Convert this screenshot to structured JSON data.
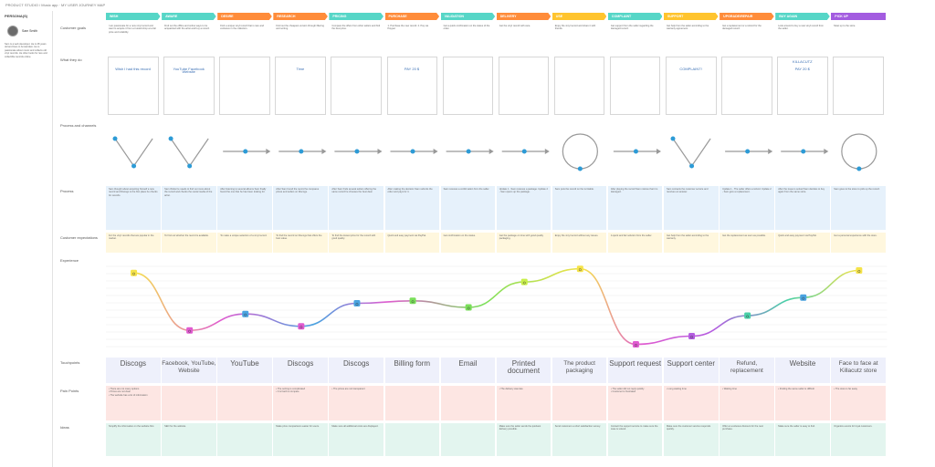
{
  "breadcrumb": "PRODUCT STUDIO / Music app · MY USER JOURNEY MAP",
  "personas_title": "PERSONA(S)",
  "persona": {
    "name": "Sam Smith",
    "description": "Sam is a web developer. He is 28 years old and lives in Amsterdam. He is passionate about music and collects old vinyl records. He often looks for rare and collectible records online."
  },
  "row_labels": {
    "goals": "Customer goals",
    "what_they_do": "What they do",
    "process": "Process and channels",
    "process_text": "Process",
    "expectations": "Customer expectations",
    "experience": "Experience",
    "touchpoints": "Touchpoints",
    "pain_points": "Pain Points",
    "ideas": "Ideas"
  },
  "stages": [
    {
      "name": "WISH",
      "color": "#56d6c7",
      "goal": "I am passionate for a new vinyl record and want to acquire it from a trusted shop at a fair price and reliability.",
      "sketch": "",
      "process": "Sam thought about acquiring himself a new record and Discogs is the first place he checks for records.",
      "expectation": "For the vinyl records that are popular in the market.",
      "touchpoint": "Discogs",
      "pains": [
        "There are not many options",
        "Prices are not clear",
        "The website has a lot of information"
      ],
      "idea": "Simplify the information on the website first."
    },
    {
      "name": "AWARE",
      "color": "#56d6c7",
      "goal": "Find out the offline and online ways to be acquainted with the artist and buy a record.",
      "sketch": "",
      "process": "Sam thinks he needs to find out more about the record and checks the social media of the artist.",
      "expectation": "To find out whether the record is available.",
      "touchpoint": "Facebook, YouTube, Website",
      "pains": [],
      "idea": "SEO for the website."
    },
    {
      "name": "DESIRE",
      "color": "#ff8c3a",
      "goal": "Find a unique vinyl record that is rare and exclusive in the collection.",
      "sketch": "",
      "process": "After listening to several albums Sam finally found the one that he has been looking for.",
      "expectation": "To make a unique selection of a vinyl record.",
      "touchpoint": "YouTube",
      "pains": [],
      "idea": ""
    },
    {
      "name": "RESEARCH",
      "color": "#ff8c3a",
      "goal": "Find out the cheapest version through filtering and sorting.",
      "sketch": "",
      "process": "After Sam found the record he compares prices and sellers on Discogs.",
      "expectation": "To find the record on Discogs that offers the best value.",
      "touchpoint": "Discogs",
      "pains": [
        "The sorting is complicated",
        "It is hard to compare"
      ],
      "idea": "Make price comparisons easier for users."
    },
    {
      "name": "PRICING",
      "color": "#56d6c7",
      "goal": "Compare the offers from other sellers and find the best price.",
      "sketch": "",
      "process": "After Sam finds several sellers offering the same record he chooses the best deal.",
      "expectation": "To find the lowest price for the record with good quality.",
      "touchpoint": "Discogs",
      "pains": [
        "The prices are not transparent"
      ],
      "idea": "Make sure all additional costs are displayed."
    },
    {
      "name": "PURCHASE",
      "color": "#ff8c3a",
      "goal": "1. Purchase the new record. 2. Pay via Paypal.",
      "sketch": "",
      "process": "After making the decision Sam submits the order and pays for it.",
      "expectation": "Quick and easy payment via PayPal.",
      "touchpoint": "Billing form",
      "pains": [],
      "idea": ""
    },
    {
      "name": "VALIDATION",
      "color": "#56d6c7",
      "goal": "Get a quick confirmation on the status of the order.",
      "sketch": "",
      "process": "Sam receives a confirmation from the seller.",
      "expectation": "Get confirmation on the status.",
      "touchpoint": "Email",
      "pains": [],
      "idea": ""
    },
    {
      "name": "DELIVERY",
      "color": "#ff8c3a",
      "goal": "Get the vinyl record with care.",
      "sketch": "",
      "process": "Update 1 - Sam receives a package. Update 2 - Sam opens up the package.",
      "expectation": "Get the package on time with good quality packaging.",
      "touchpoint": "Printed document",
      "pains": [
        "The delivery was late"
      ],
      "idea": "Make sure the seller sends the quickest delivery possible."
    },
    {
      "name": "USE",
      "color": "#ffc42e",
      "goal": "Enjoy the vinyl record and share it with friends.",
      "sketch": "",
      "process": "Sam puts the record on the turntable.",
      "expectation": "Enjoy the vinyl record without any issues.",
      "touchpoint": "The product packaging",
      "pains": [],
      "idea": "Send customers a short satisfaction survey."
    },
    {
      "name": "COMPLAINT",
      "color": "#56d6c7",
      "goal": "Get support from the seller regarding the damaged record.",
      "sketch": "",
      "process": "After playing the record Sam notices that it is damaged.",
      "expectation": "A quick and fair solution from the seller.",
      "touchpoint": "Support request",
      "pains": [
        "The seller did not reply quickly",
        "Customer is frustrated"
      ],
      "idea": "Contact the support service to make sure the case is solved."
    },
    {
      "name": "SUPPORT",
      "color": "#ffc42e",
      "goal": "Get help from the seller according to the warranty agreement.",
      "sketch": "",
      "process": "Sam contacts the customer service and receives an answer.",
      "expectation": "Get help from the seller according to the warranty.",
      "touchpoint": "Support center",
      "pains": [
        "Long waiting time"
      ],
      "idea": "Make sure the customer service responds quickly."
    },
    {
      "name": "UPGRADE/REPAIR",
      "color": "#ff8c3a",
      "goal": "Get a replacement or a refund for the damaged record.",
      "sketch": "",
      "process": "Update 1 - The seller offers a refund. Update 2 - Sam gets a replacement.",
      "expectation": "Get the replacement as soon as possible.",
      "touchpoint": "Refund, replacement",
      "pains": [
        "Waiting time"
      ],
      "idea": "Offer an exclusive discount for the next purchase."
    },
    {
      "name": "BUY AGAIN",
      "color": "#56d6c7",
      "goal": "Look around to buy a new vinyl record from the seller.",
      "sketch": "",
      "process": "After the issue is solved Sam decides to buy again from the same store.",
      "expectation": "Quick and easy payment via PayPal.",
      "touchpoint": "Website",
      "pains": [
        "Finding the same seller is difficult"
      ],
      "idea": "Make sure the seller is easy to find."
    },
    {
      "name": "PICK UP",
      "color": "#a35ce0",
      "goal": "Meet up to the store.",
      "sketch": "",
      "process": "Sam goes to the store to pick up the record.",
      "expectation": "Get a personal experience with the store.",
      "touchpoint": "Face to face at Killacutz store",
      "pains": [
        "The store is far away"
      ],
      "idea": "Organize events for loyal customers."
    }
  ],
  "sketch_labels": {
    "wish": "Wish I had this record",
    "aware": "YouTube Facebook Website",
    "research": "Time",
    "purchase": "PAY 20 $",
    "complaint": "COMPLAINT!",
    "buy_again": "PAY 20 $",
    "killacutz": "KILLACUTZ"
  },
  "experience_levels": [
    0.92,
    0.22,
    0.42,
    0.27,
    0.55,
    0.58,
    0.5,
    0.81,
    0.97,
    0.05,
    0.15,
    0.4,
    0.62,
    0.95
  ],
  "colors": {
    "teal": "#56d6c7",
    "orange": "#ff8c3a",
    "yellow": "#ffc42e",
    "purple": "#a35ce0",
    "process_blue": "#e6f1fb",
    "expectation_yellow": "#fff7de",
    "touchpoint_lilac": "#eef0fb",
    "pain_pink": "#fde6e3",
    "idea_green": "#e3f5ef",
    "node_blue": "#2d9bd6"
  }
}
